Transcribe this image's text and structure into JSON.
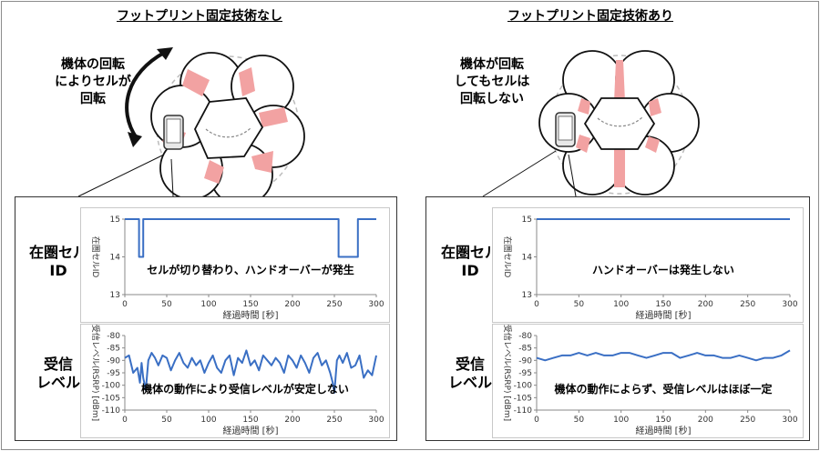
{
  "left": {
    "title": "フットプリント固定技術なし",
    "caption_lines": [
      "機体の回転",
      "によりセルが",
      "回転"
    ],
    "labels": {
      "cell_id": [
        "在圏セル",
        "ID"
      ],
      "level": [
        "受信",
        "レベル"
      ]
    }
  },
  "right": {
    "title": "フットプリント固定技術あり",
    "caption_lines": [
      "機体が回転",
      "してもセルは",
      "回転しない"
    ],
    "labels": {
      "cell_id": [
        "在圏セル",
        "ID"
      ],
      "level": [
        "受信",
        "レベル"
      ]
    }
  },
  "colors": {
    "line": "#3a6fc4",
    "highlight": "#f2a2a2",
    "highlight_stroke": "#e06a6a"
  },
  "chart_data": [
    {
      "id": "left-cell",
      "type": "line",
      "xlabel": "経過時間 [秒]",
      "ylabel": "在圏セルID",
      "xlim": [
        0,
        300
      ],
      "ylim": [
        13,
        15
      ],
      "xticks": [
        0,
        50,
        100,
        150,
        200,
        250,
        300
      ],
      "yticks": [
        13,
        14,
        15
      ],
      "annotation": "セルが切り替わり、ハンドオーバーが発生",
      "series": [
        {
          "x": [
            0,
            17,
            17,
            22,
            22,
            255,
            255,
            278,
            278,
            300
          ],
          "y": [
            15,
            15,
            14,
            14,
            15,
            15,
            14,
            14,
            15,
            15
          ]
        }
      ]
    },
    {
      "id": "left-level",
      "type": "line",
      "xlabel": "経過時間 [秒]",
      "ylabel": "受信レベル(RSRP) [dBm]",
      "xlim": [
        0,
        300
      ],
      "ylim": [
        -110,
        -80
      ],
      "xticks": [
        0,
        50,
        100,
        150,
        200,
        250,
        300
      ],
      "yticks": [
        -80,
        -85,
        -90,
        -95,
        -100,
        -105,
        -110
      ],
      "annotation": "機体の動作により受信レベルが安定しない",
      "series": [
        {
          "x": [
            0,
            5,
            10,
            15,
            18,
            20,
            22,
            25,
            28,
            32,
            36,
            40,
            45,
            50,
            55,
            60,
            65,
            70,
            75,
            80,
            85,
            90,
            95,
            100,
            105,
            110,
            115,
            120,
            125,
            130,
            135,
            140,
            145,
            150,
            155,
            160,
            165,
            170,
            175,
            180,
            185,
            190,
            195,
            200,
            205,
            210,
            215,
            220,
            225,
            230,
            235,
            240,
            245,
            248,
            250,
            253,
            256,
            260,
            265,
            270,
            275,
            280,
            285,
            290,
            295,
            300
          ],
          "y": [
            -89,
            -88,
            -95,
            -93,
            -99,
            -91,
            -97,
            -102,
            -90,
            -87,
            -89,
            -92,
            -88,
            -89,
            -94,
            -90,
            -87,
            -91,
            -93,
            -89,
            -92,
            -90,
            -95,
            -91,
            -88,
            -93,
            -95,
            -90,
            -88,
            -96,
            -89,
            -91,
            -86,
            -92,
            -90,
            -94,
            -88,
            -90,
            -92,
            -89,
            -91,
            -95,
            -88,
            -90,
            -93,
            -88,
            -91,
            -95,
            -89,
            -87,
            -92,
            -90,
            -95,
            -99,
            -103,
            -90,
            -88,
            -91,
            -87,
            -93,
            -92,
            -88,
            -97,
            -94,
            -96,
            -88
          ]
        }
      ]
    },
    {
      "id": "right-cell",
      "type": "line",
      "xlabel": "経過時間 [秒]",
      "ylabel": "在圏セルID",
      "xlim": [
        0,
        300
      ],
      "ylim": [
        13,
        15
      ],
      "xticks": [
        0,
        50,
        100,
        150,
        200,
        250,
        300
      ],
      "yticks": [
        13,
        14,
        15
      ],
      "annotation": "ハンドオーバーは発生しない",
      "series": [
        {
          "x": [
            0,
            300
          ],
          "y": [
            15,
            15
          ]
        }
      ]
    },
    {
      "id": "right-level",
      "type": "line",
      "xlabel": "経過時間 [秒]",
      "ylabel": "受信レベル(RSRP) [dBm]",
      "xlim": [
        0,
        300
      ],
      "ylim": [
        -110,
        -80
      ],
      "xticks": [
        0,
        50,
        100,
        150,
        200,
        250,
        300
      ],
      "yticks": [
        -80,
        -85,
        -90,
        -95,
        -100,
        -105,
        -110
      ],
      "annotation": "機体の動作によらず、受信レベルはほぼ一定",
      "series": [
        {
          "x": [
            0,
            10,
            20,
            30,
            40,
            50,
            60,
            70,
            80,
            90,
            100,
            110,
            120,
            130,
            140,
            150,
            160,
            170,
            180,
            190,
            200,
            210,
            220,
            230,
            240,
            250,
            260,
            270,
            280,
            290,
            300
          ],
          "y": [
            -89,
            -90,
            -89,
            -88,
            -88,
            -87,
            -88,
            -87,
            -88,
            -88,
            -87,
            -87,
            -88,
            -89,
            -88,
            -87,
            -87,
            -89,
            -88,
            -87,
            -88,
            -88,
            -89,
            -89,
            -88,
            -89,
            -90,
            -89,
            -89,
            -88,
            -86
          ]
        }
      ]
    }
  ]
}
